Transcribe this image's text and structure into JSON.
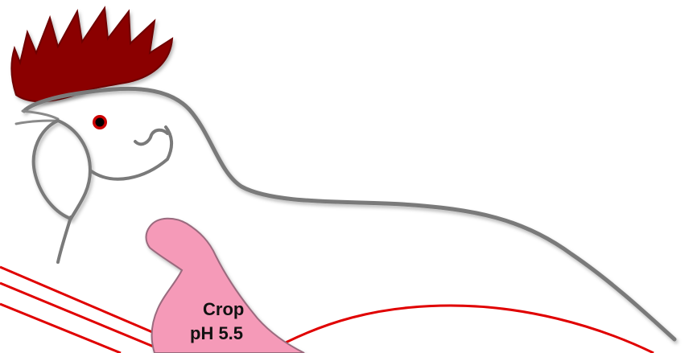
{
  "figure": {
    "crop_label": "Crop",
    "crop_ph": "pH 5.5"
  },
  "colors": {
    "comb": "#8b0000",
    "outline": "#7a7a7a",
    "crop_fill": "#f59ab8",
    "crop_stroke": "#9a6a7e",
    "eye_ring": "#cc0000",
    "eye_pupil": "#000000",
    "tract_lines": "#e00000"
  },
  "icons": [
    "chicken-comb",
    "chicken-eye",
    "crop-organ"
  ]
}
